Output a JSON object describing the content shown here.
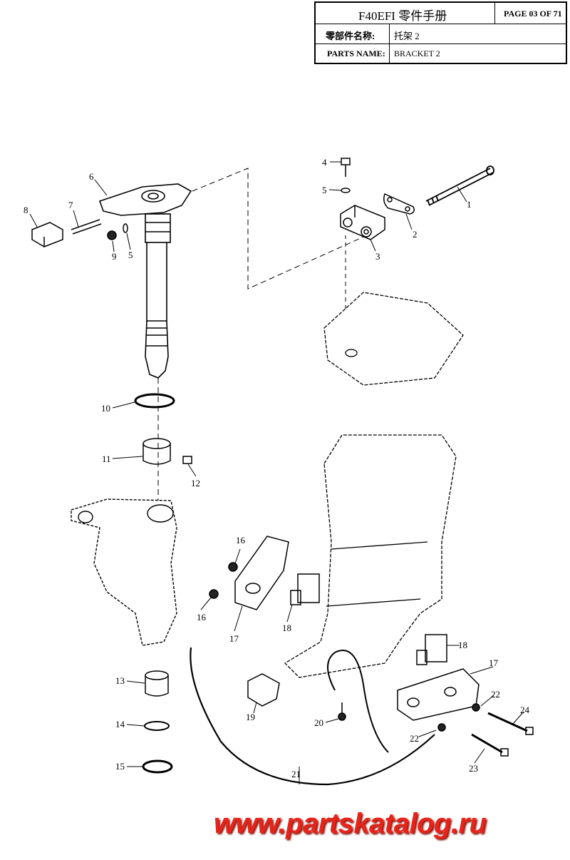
{
  "header": {
    "model_title": "F40EFI 零件手册",
    "page": "PAGE 03 OF 71",
    "name_cn_label": "零部件名称:",
    "name_cn_value": "托架 2",
    "name_en_label": "PARTS NAME:",
    "name_en_value": "BRACKET 2"
  },
  "callouts": [
    "1",
    "2",
    "3",
    "4",
    "5",
    "5",
    "6",
    "7",
    "8",
    "9",
    "10",
    "11",
    "12",
    "13",
    "14",
    "15",
    "16",
    "16",
    "17",
    "17",
    "18",
    "18",
    "19",
    "20",
    "21",
    "22",
    "22",
    "23",
    "24"
  ],
  "watermark": "www.partskatalog.ru",
  "colors": {
    "watermark": "#e8231a",
    "line": "#000000"
  }
}
